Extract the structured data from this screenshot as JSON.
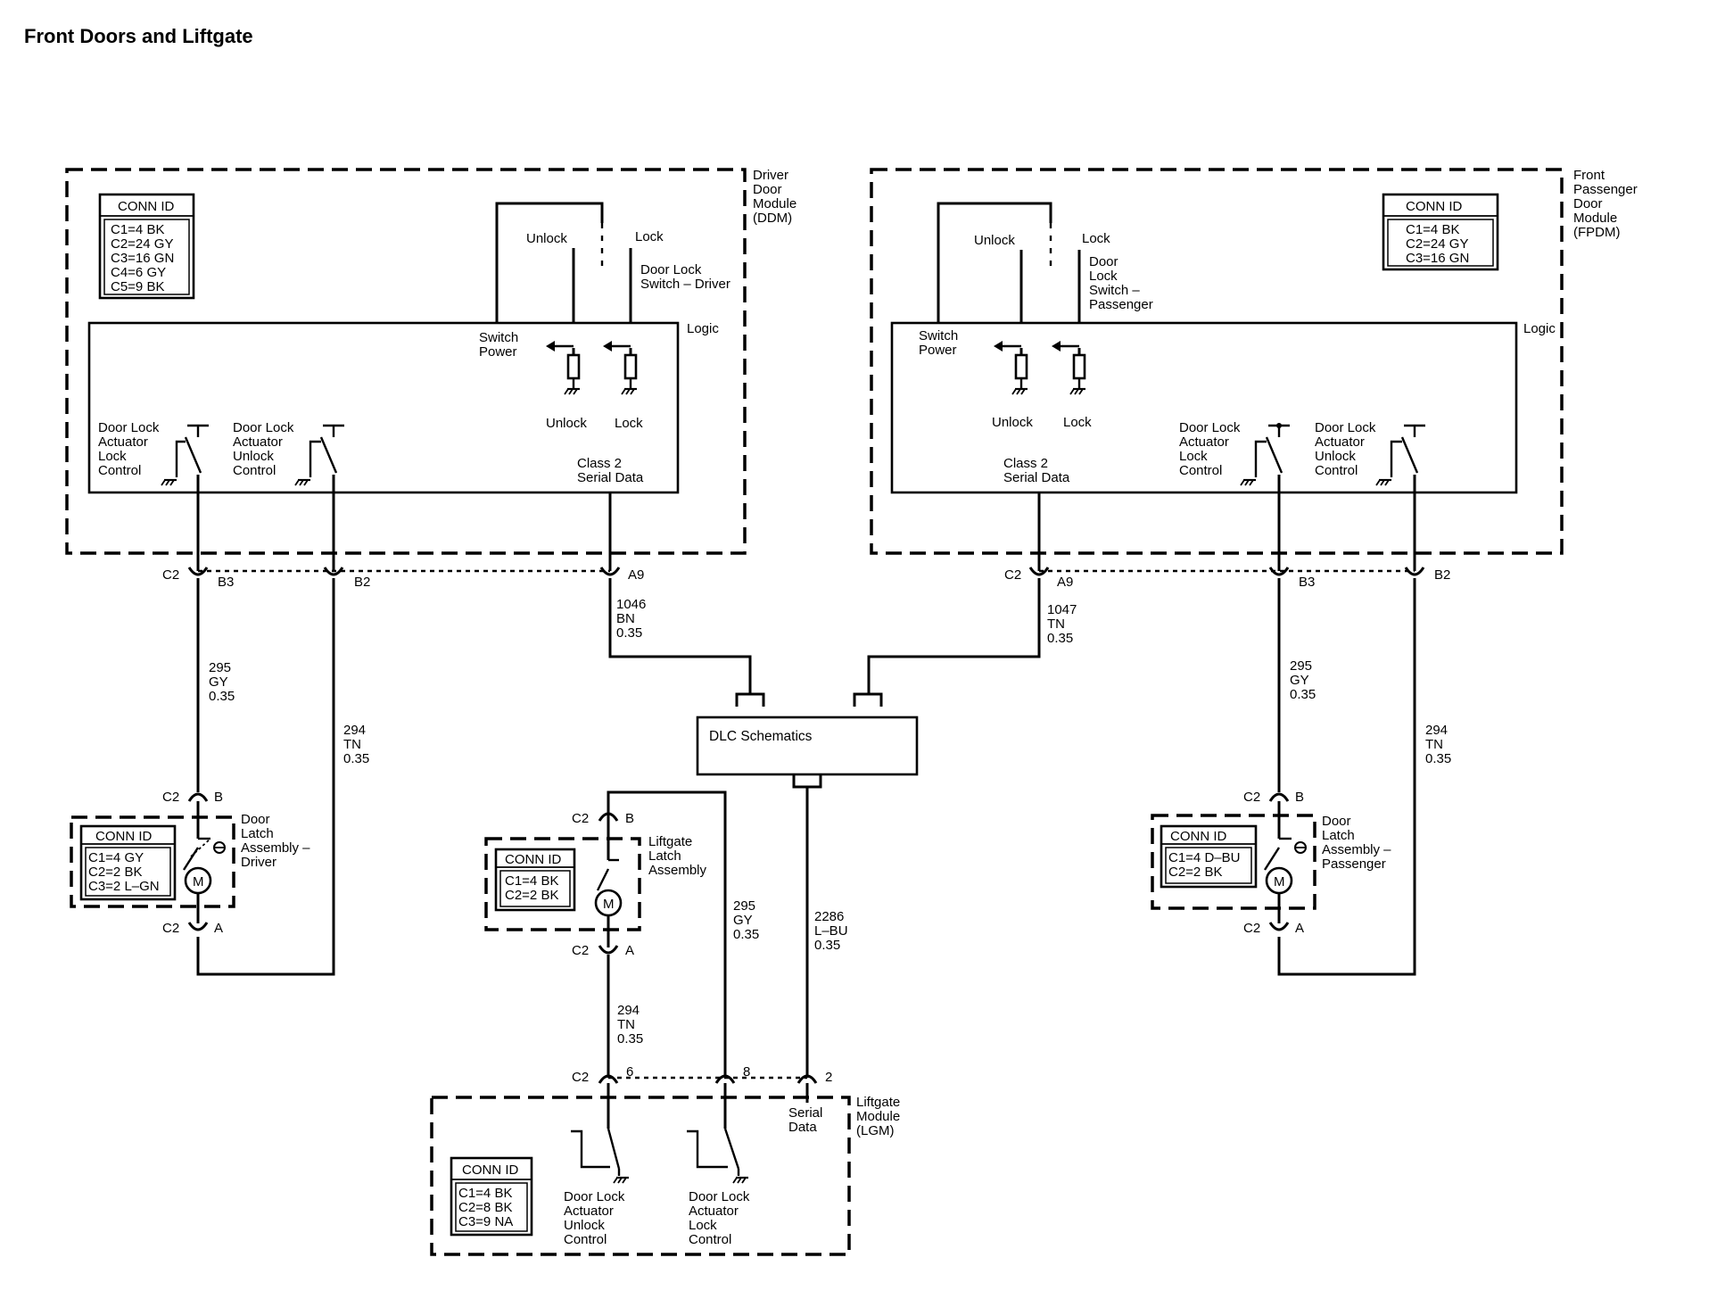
{
  "title": "Front Doors and Liftgate",
  "ddm": {
    "label": [
      "Driver",
      "Door",
      "Module",
      "(DDM)"
    ],
    "conn_title": "CONN ID",
    "conn": [
      "C1=4 BK",
      "C2=24 GY",
      "C3=16 GN",
      "C4=6 GY",
      "C5=9 BK"
    ],
    "unlock": "Unlock",
    "lock": "Lock",
    "switch_label": [
      "Door Lock",
      "Switch – Driver"
    ],
    "logic": "Logic",
    "switch_power": [
      "Switch",
      "Power"
    ],
    "unlock2": "Unlock",
    "lock2": "Lock",
    "act_lock": [
      "Door Lock",
      "Actuator",
      "Lock",
      "Control"
    ],
    "act_unlock": [
      "Door Lock",
      "Actuator",
      "Unlock",
      "Control"
    ],
    "serial": [
      "Class 2",
      "Serial Data"
    ]
  },
  "fpdm": {
    "label": [
      "Front",
      "Passenger",
      "Door",
      "Module",
      "(FPDM)"
    ],
    "conn_title": "CONN ID",
    "conn": [
      "C1=4 BK",
      "C2=24 GY",
      "C3=16 GN"
    ],
    "unlock": "Unlock",
    "lock": "Lock",
    "switch_label": [
      "Door",
      "Lock",
      "Switch –",
      "Passenger"
    ],
    "logic": "Logic",
    "switch_power": [
      "Switch",
      "Power"
    ],
    "unlock2": "Unlock",
    "lock2": "Lock",
    "act_lock": [
      "Door Lock",
      "Actuator",
      "Lock",
      "Control"
    ],
    "act_unlock": [
      "Door Lock",
      "Actuator",
      "Unlock",
      "Control"
    ],
    "serial": [
      "Class 2",
      "Serial Data"
    ]
  },
  "connectors": {
    "ddm_c2": "C2",
    "ddm_b3": "B3",
    "ddm_b2": "B2",
    "ddm_a9": "A9",
    "fpdm_c2": "C2",
    "fpdm_a9": "A9",
    "fpdm_b3": "B3",
    "fpdm_b2": "B2",
    "dlatch_c2_top": "C2",
    "dlatch_b": "B",
    "dlatch_c2_bot": "C2",
    "dlatch_a": "A",
    "plg_c2_top": "C2",
    "plg_b": "B",
    "plg_c2_bot": "C2",
    "plg_a": "A",
    "platch_c2_top": "C2",
    "platch_b": "B",
    "platch_c2_bot": "C2",
    "platch_a": "A",
    "lgm_c2": "C2",
    "lgm_6": "6",
    "lgm_8": "8",
    "lgm_2": "2"
  },
  "wires": {
    "w1046": [
      "1046",
      "BN",
      "0.35"
    ],
    "w1047": [
      "1047",
      "TN",
      "0.35"
    ],
    "w295_left": [
      "295",
      "GY",
      "0.35"
    ],
    "w294_left": [
      "294",
      "TN",
      "0.35"
    ],
    "w295_right": [
      "295",
      "GY",
      "0.35"
    ],
    "w294_right": [
      "294",
      "TN",
      "0.35"
    ],
    "w295_mid": [
      "295",
      "GY",
      "0.35"
    ],
    "w2286": [
      "2286",
      "L–BU",
      "0.35"
    ],
    "w294_mid": [
      "294",
      "TN",
      "0.35"
    ]
  },
  "dlc": "DLC Schematics",
  "driver_latch": {
    "conn_title": "CONN ID",
    "conn": [
      "C1=4 GY",
      "C2=2 BK",
      "C3=2 L–GN"
    ],
    "label": [
      "Door",
      "Latch",
      "Assembly –",
      "Driver"
    ],
    "motor": "M"
  },
  "liftgate_latch": {
    "conn_title": "CONN ID",
    "conn": [
      "C1=4 BK",
      "C2=2 BK"
    ],
    "label": [
      "Liftgate",
      "Latch",
      "Assembly"
    ],
    "motor": "M"
  },
  "passenger_latch": {
    "conn_title": "CONN ID",
    "conn": [
      "C1=4 D–BU",
      "C2=2 BK"
    ],
    "label": [
      "Door",
      "Latch",
      "Assembly –",
      "Passenger"
    ],
    "motor": "M"
  },
  "lgm": {
    "label": [
      "Liftgate",
      "Module",
      "(LGM)"
    ],
    "conn_title": "CONN ID",
    "conn": [
      "C1=4 BK",
      "C2=8 BK",
      "C3=9 NA"
    ],
    "serial": [
      "Serial",
      "Data"
    ],
    "act_unlock": [
      "Door Lock",
      "Actuator",
      "Unlock",
      "Control"
    ],
    "act_lock": [
      "Door Lock",
      "Actuator",
      "Lock",
      "Control"
    ]
  }
}
